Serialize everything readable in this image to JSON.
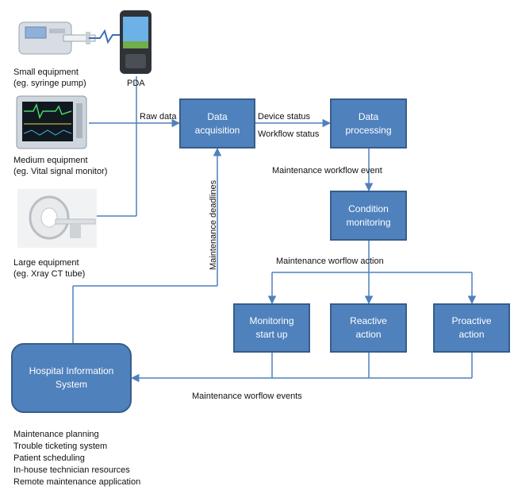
{
  "devices": {
    "small": {
      "line1": "Small equipment",
      "line2": "(eg. syringe pump)"
    },
    "pda": "PDA",
    "medium": {
      "line1": "Medium equipment",
      "line2": "(eg. Vital signal monitor)"
    },
    "large": {
      "line1": "Large equipment",
      "line2": "(eg. Xray CT tube)"
    }
  },
  "boxes": {
    "data_acquisition": {
      "line1": "Data",
      "line2": "acquisition"
    },
    "data_processing": {
      "line1": "Data",
      "line2": "processing"
    },
    "condition_monitoring": {
      "line1": "Condition",
      "line2": "monitoring"
    },
    "monitoring_startup": {
      "line1": "Monitoring",
      "line2": "start up"
    },
    "reactive_action": {
      "line1": "Reactive",
      "line2": "action"
    },
    "proactive_action": {
      "line1": "Proactive",
      "line2": "action"
    },
    "his": {
      "line1": "Hospital Information",
      "line2": "System"
    }
  },
  "edge_labels": {
    "raw_data": "Raw data",
    "device_status": "Device  status",
    "workflow_status": "Workflow status",
    "maintenance_workflow_event": "Maintenance workflow event",
    "maintenance_deadlines": "Maintenance deadlines",
    "maintenance_worflow_action": "Maintenance worflow action",
    "maintenance_worflow_events": "Maintenance worflow events"
  },
  "his_functions": [
    "Maintenance planning",
    "Trouble ticketing system",
    "Patient scheduling",
    "In-house technician resources",
    "Remote maintenance application"
  ],
  "colors": {
    "box_fill": "#4f81bd",
    "box_border": "#385d8a",
    "connector": "#4f81bd"
  }
}
